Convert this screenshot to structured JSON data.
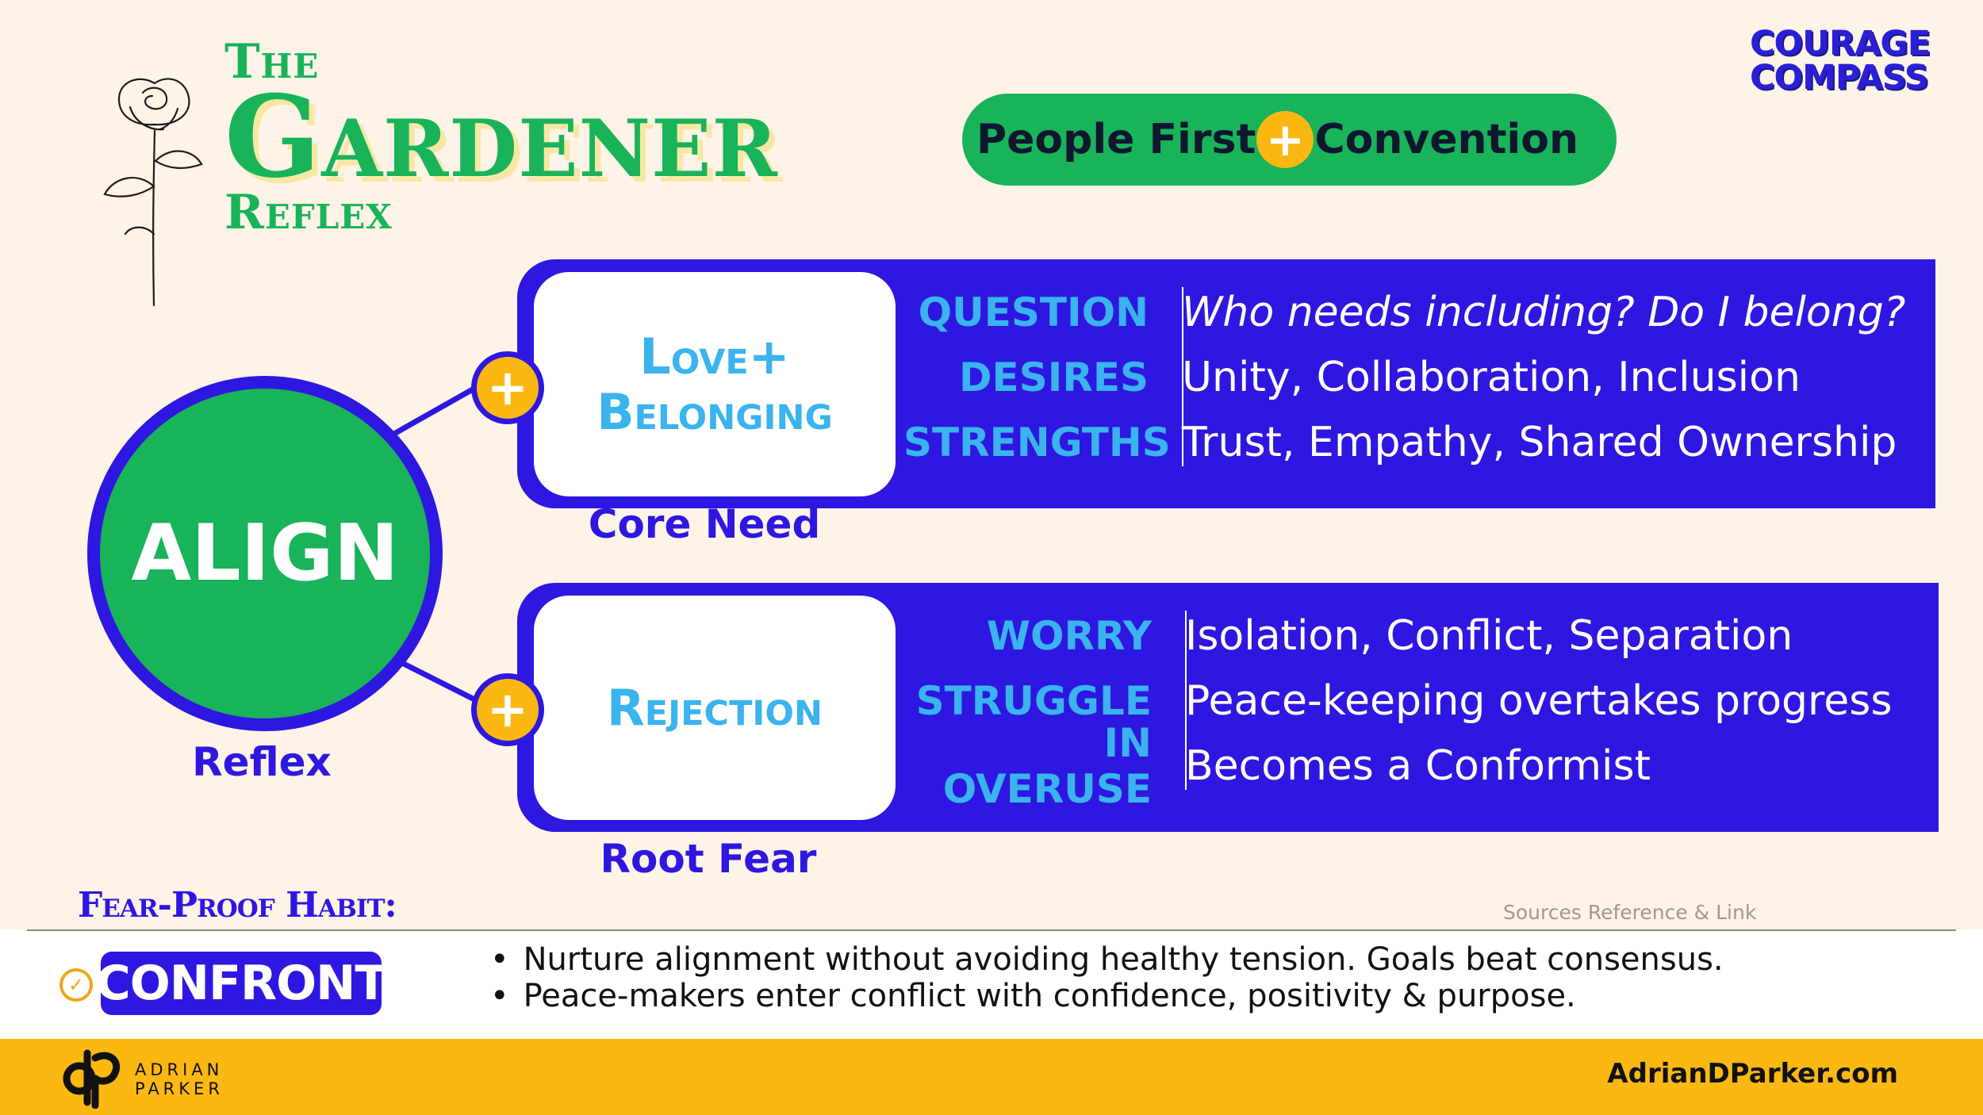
{
  "title": {
    "the": "The",
    "main": "Gardener",
    "reflex": "Reflex"
  },
  "logo": {
    "line1": "COURAGE",
    "line2": "COMPASS"
  },
  "pill": {
    "left": "People First",
    "plus": "+",
    "right": "Convention"
  },
  "center": {
    "label": "ALIGN",
    "caption": "Reflex"
  },
  "need": {
    "card_line1": "Love+",
    "card_line2": "Belonging",
    "caption": "Core Need",
    "rows": [
      {
        "label": "QUESTION",
        "value": "Who needs including? Do I belong?"
      },
      {
        "label": "DESIRES",
        "value": "Unity, Collaboration, Inclusion"
      },
      {
        "label": "STRENGTHS",
        "value": "Trust, Empathy, Shared Ownership"
      }
    ]
  },
  "fear": {
    "card_line1": "Rejection",
    "caption": "Root Fear",
    "rows": [
      {
        "label": "WORRY",
        "value": "Isolation, Conflict, Separation"
      },
      {
        "label": "STRUGGLE",
        "value": "Peace-keeping overtakes progress"
      },
      {
        "label": "IN OVERUSE",
        "value": "Becomes a Conformist"
      }
    ]
  },
  "plus_symbol": "+",
  "habit": {
    "title": "Fear-Proof Habit:",
    "name": "CONFRONT",
    "check": "✓",
    "bullets": [
      "Nurture alignment without avoiding healthy tension. Goals beat consensus.",
      "Peace-makers enter conflict with confidence, positivity & purpose."
    ],
    "sources": "Sources Reference & Link"
  },
  "footer": {
    "brand_line1": "ADRIAN",
    "brand_line2": "PARKER",
    "website": "AdrianDParker.com"
  },
  "colors": {
    "green": "#19b35a",
    "blue": "#2e17e0",
    "yellow": "#fbb812",
    "light_blue": "#3ab3ee",
    "cream": "#fdf3e7"
  },
  "icons": [
    "rose-icon",
    "plus-icon",
    "check-circle-icon",
    "adrian-parker-mark-icon"
  ]
}
